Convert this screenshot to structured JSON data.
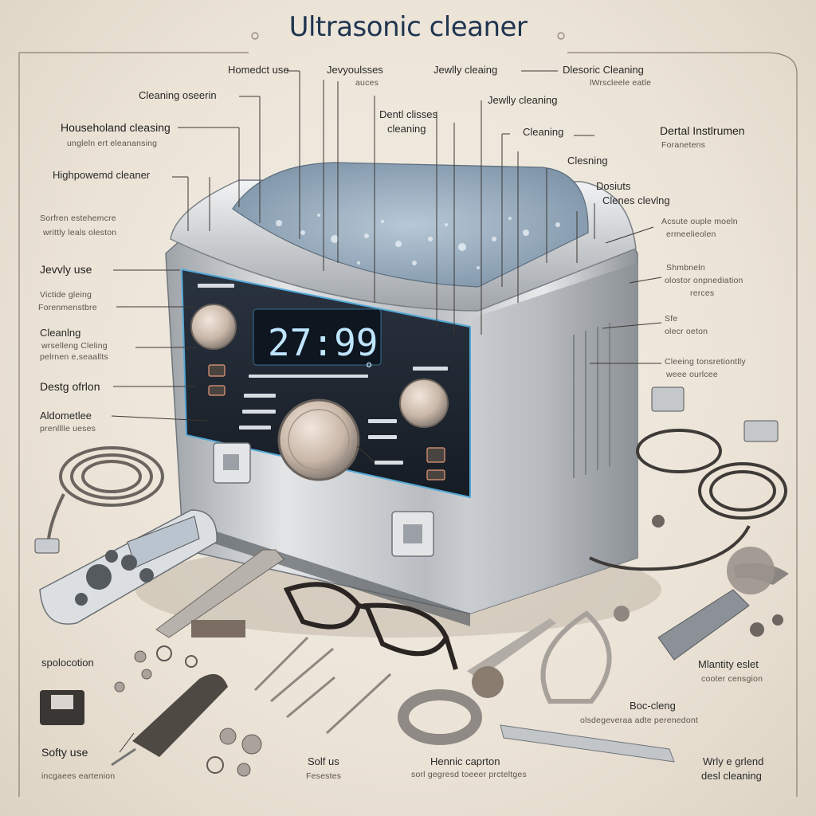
{
  "title": "Ultrasonic cleaner",
  "display": {
    "readout": "27:99",
    "unit": "°"
  },
  "labels": {
    "left": [
      {
        "text": "Homedct use"
      },
      {
        "text": "Cleaning oseerin"
      },
      {
        "text": "Householand cleasing",
        "sub": "ungleln ert eleanansing"
      },
      {
        "text": "Highpowemd cleaner"
      },
      {
        "text": "Sorfren estehemcre",
        "text2": "writtly leals oleston"
      },
      {
        "text": "Jevvly use"
      },
      {
        "text": "Victide gleing",
        "text2": "Forenmenstbre"
      },
      {
        "text": "Cleanlng",
        "text2": "wrselleng Cleling",
        "text3": "pelrnen e,seaallts"
      },
      {
        "text": "Destg ofrlon"
      },
      {
        "text": "Aldometlee",
        "sub": "prenlllle ueses"
      },
      {
        "text": "spolocotion"
      },
      {
        "text": "Softy use",
        "sub": "incgaees eartenion"
      }
    ],
    "top": [
      {
        "text": "Jevyoulsses",
        "sub": "auces"
      },
      {
        "text": "Dentl clisses",
        "text2": "cleaning"
      },
      {
        "text": "Jewlly cleaing"
      },
      {
        "text": "Dlesoric Cleaning",
        "sub": "lWrscleele eatle"
      },
      {
        "text": "Jewlly cleaning"
      }
    ],
    "right": [
      {
        "text": "Cleaning"
      },
      {
        "text": "Dertal Instlrumen",
        "sub": "Foranetens"
      },
      {
        "text": "Clesning"
      },
      {
        "text": "Dosiuts",
        "text2": "Clenes clevlng"
      },
      {
        "text": "Acsute ouple moeln",
        "text2": "ermeelieolen"
      },
      {
        "text": "Shmbneln",
        "text2": "olostor onpnediation",
        "text3": "rerces"
      },
      {
        "text": "Sfe",
        "text2": "olecr oeton"
      },
      {
        "text": "Cleeing tonsretiontlly",
        "sub": "weee ourlcee"
      },
      {
        "text": "Mlantity eslet",
        "sub": "cooter censgion"
      },
      {
        "text": "Boc-cleng",
        "sub": "olsdegeveraa adte perenedont"
      },
      {
        "text": "Wrly e grlend",
        "text2": "desl cleaning"
      }
    ],
    "bottom": [
      {
        "text": "Solf us",
        "sub": "Fesestes"
      },
      {
        "text": "Hennic caprton",
        "sub": "sorl gegresd toeeer prcteltges"
      }
    ]
  }
}
